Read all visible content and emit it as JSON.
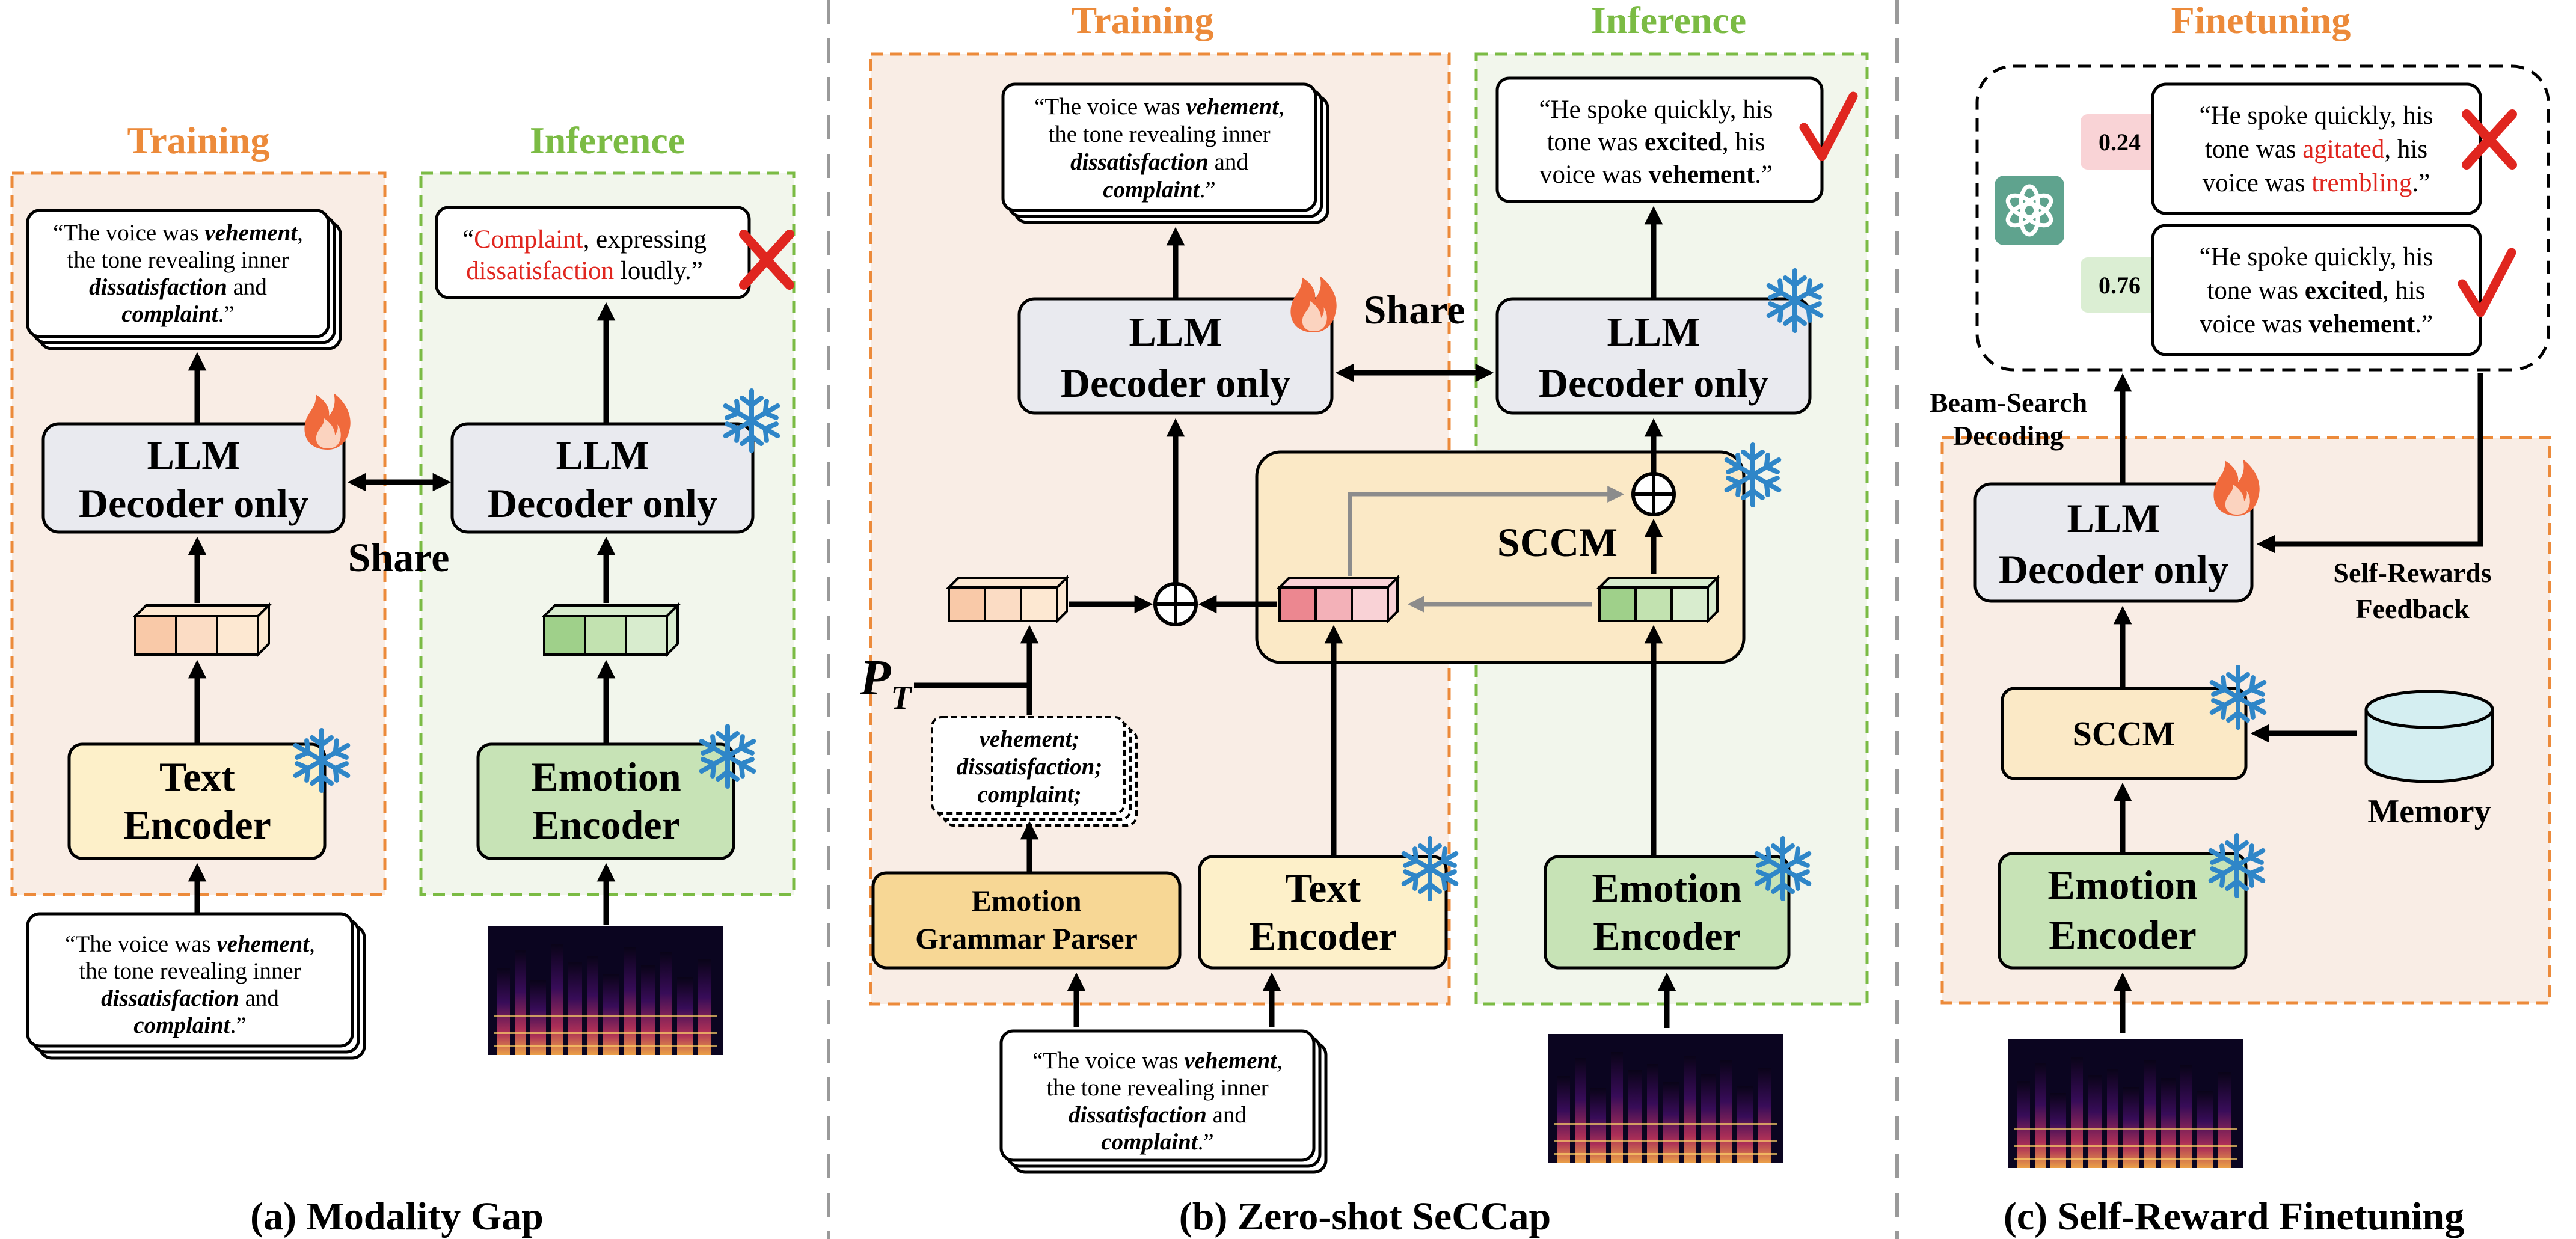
{
  "panels": {
    "a": {
      "caption": "(a) Modality Gap",
      "training": "Training",
      "inference": "Inference",
      "share": "Share",
      "llm_line1": "LLM",
      "llm_line2": "Decoder only",
      "text_encoder_line1": "Text",
      "text_encoder_line2": "Encoder",
      "emotion_encoder_line1": "Emotion",
      "emotion_encoder_line2": "Encoder",
      "caption_card": {
        "l1_a": "“The voice was ",
        "l1_b": "vehement",
        "l1_c": ",",
        "l2": "the tone revealing inner",
        "l3_a": "dissatisfaction",
        "l3_b": " and",
        "l4_a": "complaint",
        "l4_b": ".”"
      },
      "inference_output": {
        "l1_a": "“",
        "l1_b": "Complaint",
        "l1_c": ", expressing",
        "l2_a": "dissatisfaction",
        "l2_b": " loudly.”"
      }
    },
    "b": {
      "caption": "(b) Zero-shot SeCCap",
      "training": "Training",
      "inference": "Inference",
      "share": "Share",
      "llm_line1": "LLM",
      "llm_line2": "Decoder only",
      "sccm": "SCCM",
      "pt_label": "P",
      "pt_sub": "T",
      "keywords": [
        "vehement;",
        "dissatisfaction;",
        "complaint;"
      ],
      "parser_line1": "Emotion",
      "parser_line2": "Grammar Parser",
      "text_encoder_line1": "Text",
      "text_encoder_line2": "Encoder",
      "emotion_encoder_line1": "Emotion",
      "emotion_encoder_line2": "Encoder",
      "caption_card": {
        "l1_a": "“The voice was ",
        "l1_b": "vehement",
        "l1_c": ",",
        "l2": "the tone revealing inner",
        "l3_a": "dissatisfaction",
        "l3_b": " and",
        "l4_a": "complaint",
        "l4_b": ".”"
      },
      "inference_output": {
        "l1": "“He spoke quickly, his",
        "l2_a": "tone was ",
        "l2_b": "excited",
        "l2_c": ", his",
        "l3_a": "voice was ",
        "l3_b": "vehement",
        "l3_c": ".”"
      }
    },
    "c": {
      "caption": "(c) Self-Reward Finetuning",
      "finetuning": "Finetuning",
      "beam_line1": "Beam-Search",
      "beam_line2": "Decoding",
      "feedback_line1": "Self-Rewards",
      "feedback_line2": "Feedback",
      "memory": "Memory",
      "sccm": "SCCM",
      "llm_line1": "LLM",
      "llm_line2": "Decoder only",
      "emotion_encoder_line1": "Emotion",
      "emotion_encoder_line2": "Encoder",
      "candidates": [
        {
          "score": "0.24",
          "l1": "“He spoke quickly, his",
          "l2_a": "tone was ",
          "l2_b": "agitated",
          "l2_c": ", his",
          "l3_a": "voice was ",
          "l3_b": "trembling",
          "l3_c": ".”",
          "verdict": "wrong"
        },
        {
          "score": "0.76",
          "l1": "“He spoke quickly, his",
          "l2_a": "tone was ",
          "l2_b": "excited",
          "l2_c": ", his",
          "l3_a": "voice was ",
          "l3_b": "vehement",
          "l3_c": ".”",
          "verdict": "correct"
        }
      ]
    }
  },
  "colors": {
    "orange": "#ec8a3a",
    "green": "#7bbb44",
    "red": "#e0261f",
    "snow": "#2f86c8",
    "flame": "#f06a3c",
    "llm_fill": "#e9eaef",
    "encoder_fill": "#fdf0c9",
    "emotion_fill": "#c7e3b6",
    "parser_fill": "#f7d795",
    "sccm_fill": "#fbe9c6",
    "memory_fill": "#d4eef1",
    "gpt_green": "#5fa38e"
  },
  "icons": [
    "fire-icon",
    "snowflake-icon",
    "cross-icon",
    "check-icon",
    "openai-logo-icon",
    "database-icon",
    "spectrogram-image"
  ]
}
